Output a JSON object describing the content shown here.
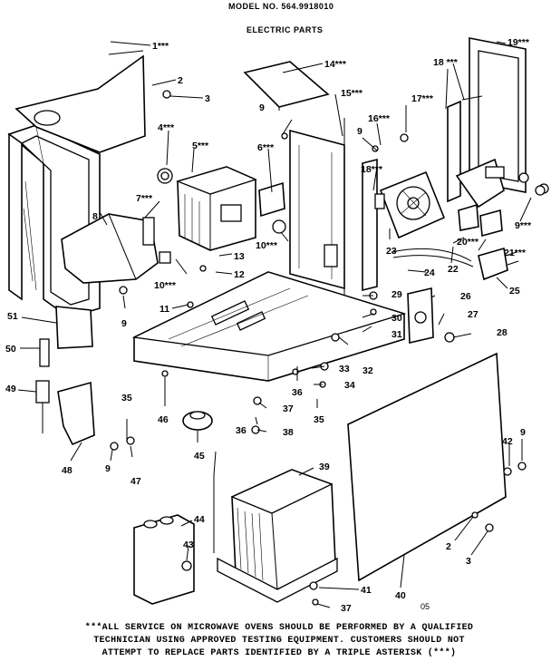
{
  "header": {
    "model": "MODEL NO. 564.9918010",
    "subtitle": "ELECTRIC PARTS"
  },
  "labels": {
    "l1": "1***",
    "l2a": "2",
    "l3a": "3",
    "l4": "4***",
    "l5": "5***",
    "l6": "6***",
    "l7": "7***",
    "l8": "8",
    "l9a": "9",
    "l9b": "9",
    "l9c": "9",
    "l9d": "9",
    "l9e": "9***",
    "l10a": "10***",
    "l10b": "10***",
    "l11": "11",
    "l12": "12",
    "l13": "13",
    "l14": "14***",
    "l15": "15***",
    "l16": "16***",
    "l17": "17***",
    "l18a": "18 ***",
    "l18b": "18***",
    "l19": "19***",
    "l20": "20***",
    "l21": "21***",
    "l22": "22",
    "l23": "23",
    "l24": "24",
    "l25": "25",
    "l26": "26",
    "l27": "27",
    "l28": "28",
    "l29": "29",
    "l30": "30",
    "l31": "31",
    "l32": "32",
    "l33": "33",
    "l34": "34",
    "l35a": "35",
    "l35b": "35",
    "l36a": "36",
    "l36b": "36",
    "l37a": "37",
    "l37b": "37",
    "l38": "38",
    "l39": "39",
    "l40": "40",
    "l41": "41",
    "l42": "42",
    "l43": "43",
    "l44": "44",
    "l45": "45",
    "l46": "46",
    "l47": "47",
    "l48": "48",
    "l49": "49",
    "l50": "50",
    "l51": "51",
    "l2b": "2",
    "l3b": "3",
    "code": "05"
  },
  "footnote": [
    "***ALL SERVICE ON MICROWAVE OVENS SHOULD BE PERFORMED BY A QUALIFIED",
    "TECHNICIAN USING APPROVED TESTING EQUIPMENT. CUSTOMERS SHOULD NOT",
    "ATTEMPT TO REPLACE PARTS IDENTIFIED BY A TRIPLE ASTERISK (***)"
  ]
}
